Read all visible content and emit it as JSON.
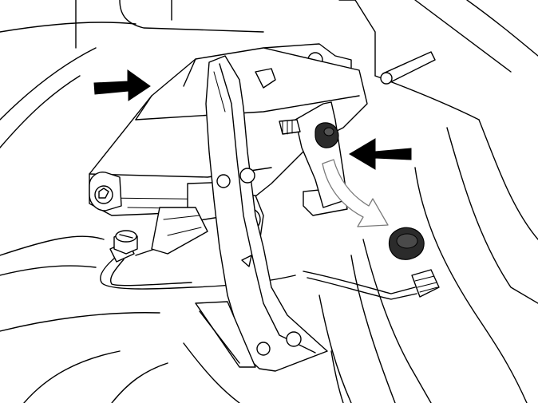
{
  "illustration": {
    "components": [
      "control-module",
      "mounting-bracket",
      "support-arm",
      "bolt",
      "connector",
      "wiring-harness",
      "grommet"
    ],
    "arrows": [
      {
        "kind": "solid",
        "direction": "right"
      },
      {
        "kind": "solid",
        "direction": "left"
      },
      {
        "kind": "hollow",
        "direction": "down-right"
      }
    ],
    "colors": {
      "line": "#000000",
      "background": "#ffffff",
      "hollow_arrow_outline": "#7a7a7a"
    }
  }
}
